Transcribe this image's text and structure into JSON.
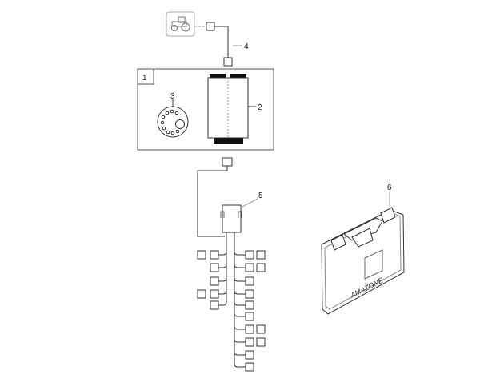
{
  "diagram": {
    "callouts": {
      "item1": "1",
      "item2": "2",
      "item3": "3",
      "item4": "4",
      "item5": "5",
      "item6": "6"
    },
    "case_brand": "AMAZONE",
    "colors": {
      "line": "#333333",
      "fill": "#ffffff",
      "frame": "#555555"
    }
  }
}
